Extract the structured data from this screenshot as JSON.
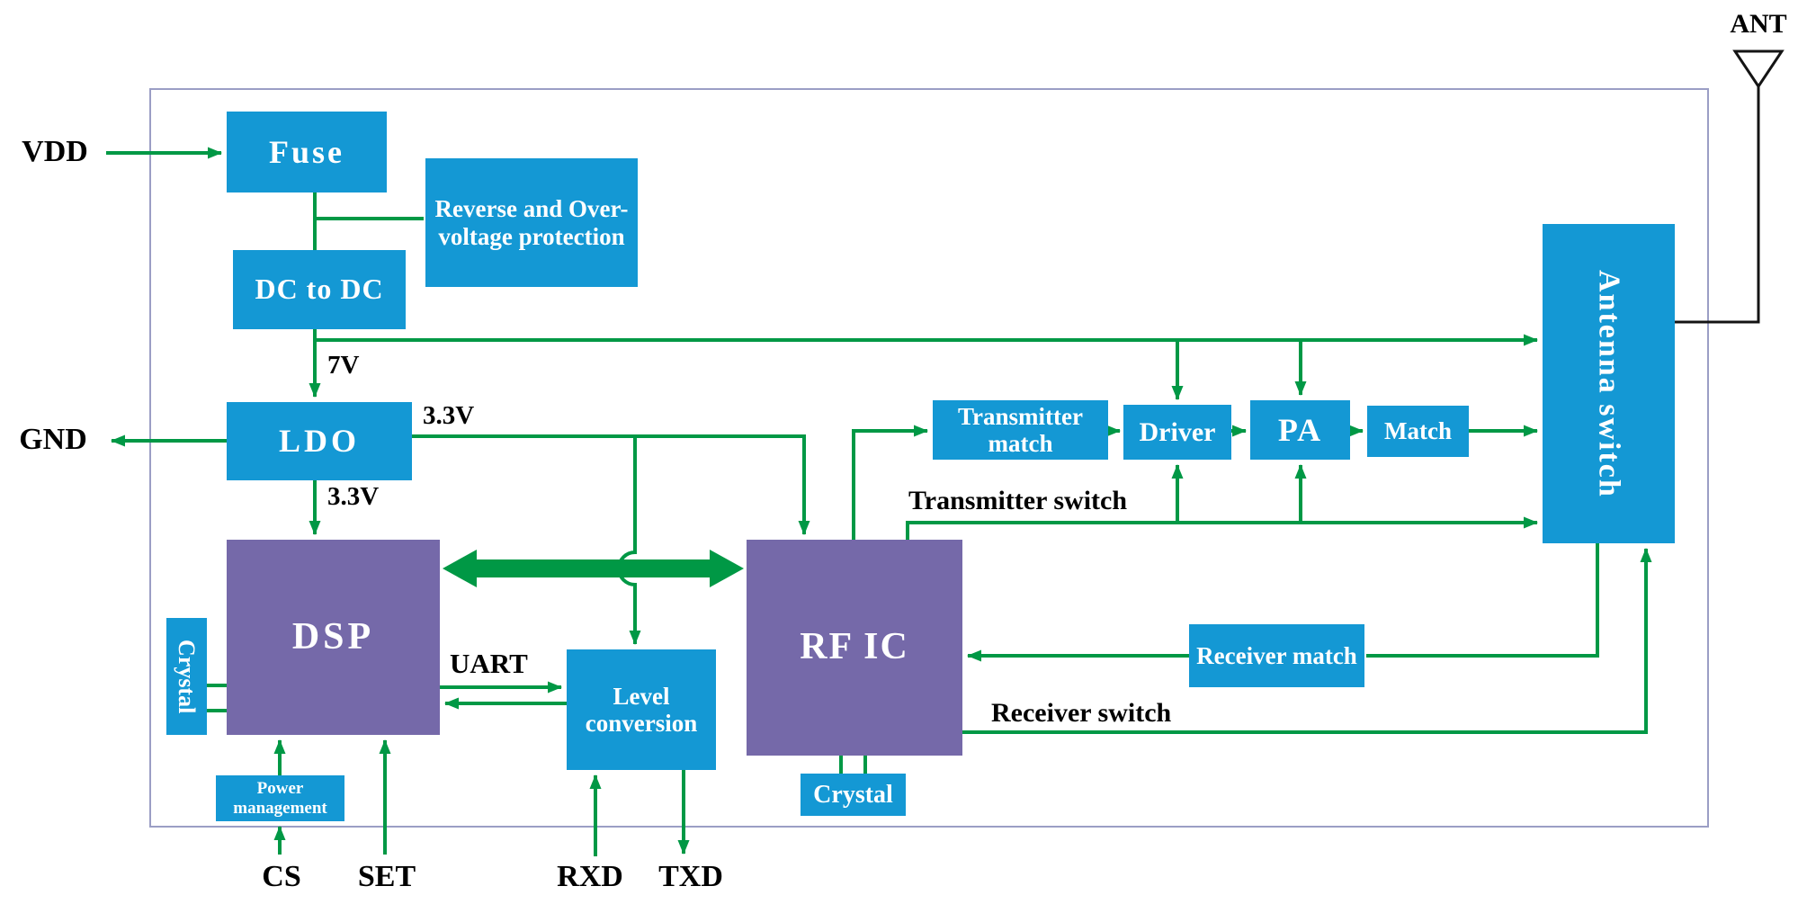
{
  "colors": {
    "block_blue": "#1498d4",
    "block_purple": "#7569a9",
    "wire_green": "#009845",
    "frame_border": "#9b9ec5",
    "outside_text": "#000000",
    "block_text": "#ffffff"
  },
  "blocks": {
    "fuse": "Fuse",
    "protection": "Reverse and Over-voltage protection",
    "dc_to_dc": "DC to DC",
    "ldo": "LDO",
    "dsp": "DSP",
    "crystal_dsp": "Crystal",
    "power_management": "Power management",
    "level_conversion": "Level conversion",
    "rf_ic": "RF IC",
    "crystal_rf": "Crystal",
    "transmitter_match": "Transmitter match",
    "driver": "Driver",
    "pa": "PA",
    "match": "Match",
    "receiver_match": "Receiver match",
    "antenna_switch": "Antenna switch"
  },
  "wire_labels": {
    "vdd": "VDD",
    "gnd": "GND",
    "v7": "7V",
    "v33_bus": "3.3V",
    "v33_dsp": "3.3V",
    "uart": "UART",
    "cs": "CS",
    "set": "SET",
    "rxd": "RXD",
    "txd": "TXD",
    "transmitter_switch": "Transmitter switch",
    "receiver_switch": "Receiver switch",
    "ant": "ANT"
  }
}
